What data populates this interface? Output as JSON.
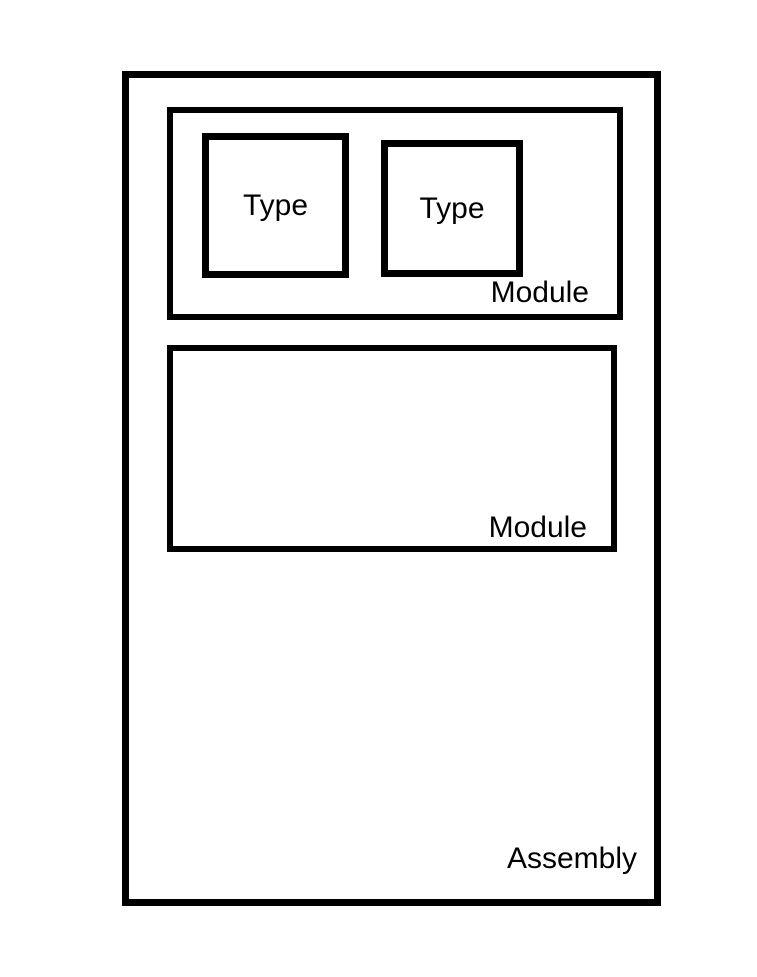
{
  "diagram": {
    "colors": {
      "border": "#000000",
      "background": "#ffffff",
      "text": "#000000"
    },
    "assembly": {
      "label": "Assembly",
      "modules": [
        {
          "label": "Module",
          "types": [
            {
              "label": "Type"
            },
            {
              "label": "Type"
            }
          ]
        },
        {
          "label": "Module",
          "types": []
        }
      ]
    }
  }
}
